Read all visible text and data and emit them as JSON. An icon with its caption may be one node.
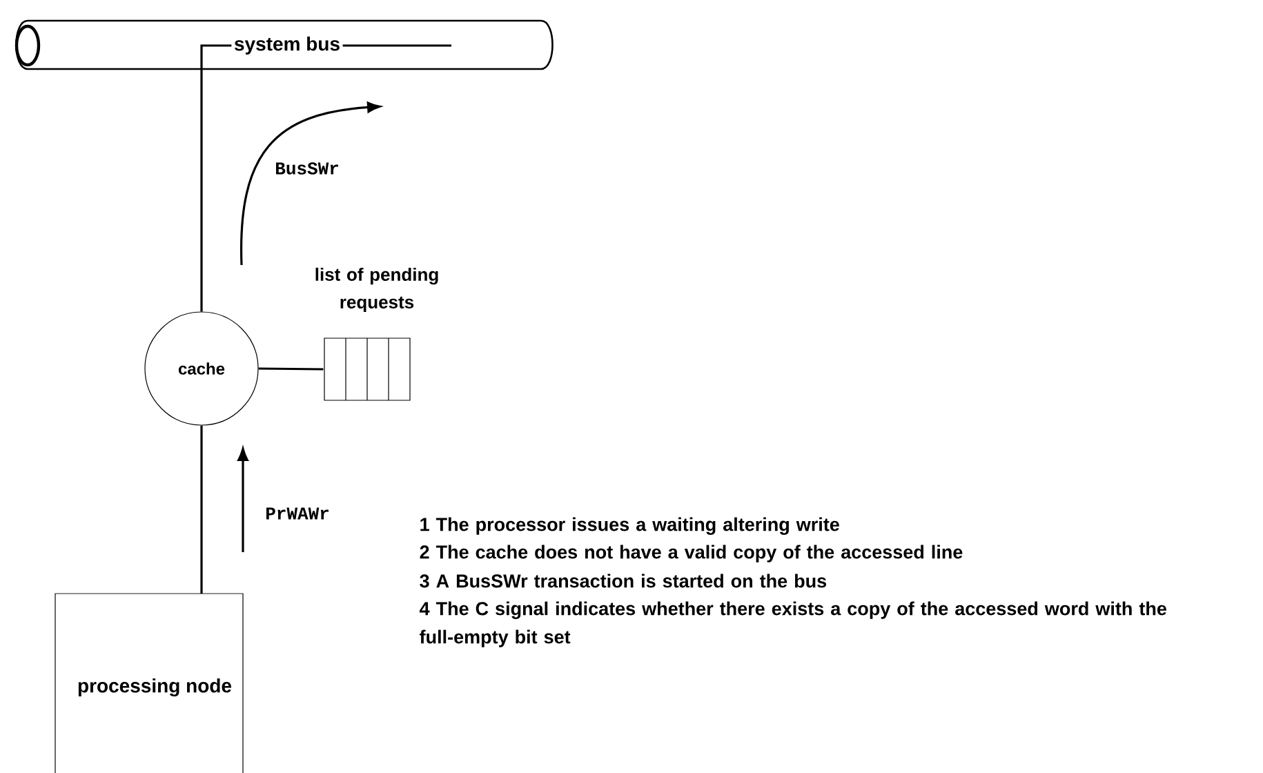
{
  "diagram": {
    "nodes": [
      {
        "text": [
          "system bus"
        ]
      },
      {
        "text": [
          "cache"
        ]
      },
      {
        "text": [
          "list of pending requests"
        ]
      },
      {
        "text": [
          "processing node"
        ]
      }
    ],
    "edges": [
      {
        "from": 1,
        "to": 0,
        "arrow": "none"
      },
      {
        "from": 1,
        "to": 2,
        "arrow": "none"
      },
      {
        "from": 3,
        "to": 1,
        "arrow": "none"
      }
    ],
    "labels": [
      "BusSWr",
      "PrWAWr",
      "1 The processor issues a waiting altering write",
      "2 The cache does not have a valid copy of the accessed line",
      "3 A BusSWr transaction is started on the bus",
      "4 The C signal indicates whether there exists a copy of the accessed word with the full-empty bit set"
    ]
  }
}
